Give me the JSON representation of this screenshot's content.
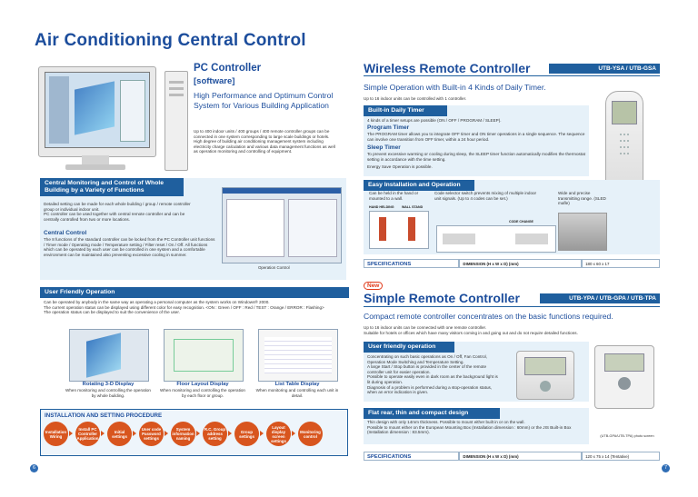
{
  "page_title": "Air Conditioning Central Control",
  "left": {
    "pc": {
      "title": "PC Controller",
      "subtitle": "[software]",
      "tagline": "High Performance and Optimum Control System for Various Building Application",
      "bullets": [
        "Up to 400 indoor units / 400 groups / 400 remote controller groups can be connected in one system corresponding to large scale buildings or hotels.",
        "High degree of building air conditioning management system including electricity charge calculation and various data management functions as well as operation monitoring and controlling of equipment."
      ]
    },
    "central": {
      "header_line1": "Central Monitoring and Control of Whole",
      "header_line2": "Building by a Variety of Functions",
      "bullets": [
        "Detailed setting can be made for each whole building / group / remote controller group or individual indoor unit.",
        "PC controller can be used together with central remote controller and can be centrally controlled from two or more locations."
      ],
      "subhead": "Central Control",
      "body": "The 8 functions of the standard controller can be locked from the PC Controller unit functions / Timer mode / Operating mode / Temperature setting / Filter reset / On / Off. All functions which can be operated by each user can be controlled in one system and a comfortable environment can be maintained also preventing excessive cooling in summer.",
      "caption": "Operation Control"
    },
    "user": {
      "header": "User Friendly Operation",
      "bullets": [
        "Can be operated by anybody in the same way as operating a personal computer as the system works on Windows® 2000.",
        "The current operation status can be displayed using different color for easy recognition. <ON : Green / OFF : Red / TEST : Orange / ERROR : Flashing>",
        "The operation status can be displayed to suit the convenience of the user."
      ],
      "displays": [
        {
          "title": "Rotating 3-D Display",
          "desc": "When monitoring and controlling the operation by whole building."
        },
        {
          "title": "Floor Layout Display",
          "desc": "When monitoring and controlling the operation by each floor or group."
        },
        {
          "title": "List Table Display",
          "desc": "When monitoring and controlling each unit in detail."
        }
      ]
    },
    "install": {
      "header": "INSTALLATION AND SETTING PROCEDURE",
      "steps": [
        "Installation Wiring",
        "Install PC Controller Application",
        "Initial settings",
        "User code Password settings",
        "System information naming",
        "R.C. Group address setting",
        "Group settings",
        "Layout display screen settings",
        "Monitoring control"
      ]
    },
    "page_no": "6"
  },
  "right": {
    "wireless": {
      "title": "Wireless Remote Controller",
      "model": "UTB-YSA / UTB-GSA",
      "subtitle": "Simple Operation with Built-in 4 Kinds of Daily Timer.",
      "note": "Up to 16 indoor units can be controlled with 1 controller.",
      "timer_header": "Built-in Daily Timer",
      "timer_bullet": "4 kinds of a timer setups are possible (ON / OFF / PROGRAM / SLEEP).",
      "program_head": "Program Timer",
      "program_body": "The PROGRAM timer allows you to integrate OFF timer and ON timer operations in a single sequence. The sequence can involve one transition from OFF timer, within a 24 hour period.",
      "sleep_head": "Sleep Timer",
      "sleep_body": "To prevent excessive warming or cooling during sleep, the SLEEP timer function automatically modifies the thermostat setting in accordance with the time setting.",
      "energy": "Energy Save Operation is possible.",
      "easy_header": "Easy Installation and Operation",
      "easy": [
        "Can be held in the hand or mounted to a wall.",
        "Code selector switch prevents mixing of multiple indoor unit signals. (Up to 4 codes can be set.)",
        "Wide and precise transmitting range. (SLED mafle)"
      ],
      "wall_labels": [
        "HAND HELDING",
        "WALL STAND"
      ],
      "code_label": "CODE CHANGE",
      "spec_label": "SPECIFICATIONS",
      "spec_dim_label": "DIMENSION (H x W x D) (mm)",
      "spec_dim": "180 x 60 x 17"
    },
    "simple": {
      "new_badge": "New",
      "title": "Simple Remote Controller",
      "model": "UTB-YPA / UTB-GPA / UTB-TPA",
      "subtitle": "Compact remote controller concentrates on the basic functions required.",
      "notes": [
        "Up to 16 indoor units can be connected with one remote controller.",
        "Suitable for hotels or offices which have many visitors coming in and going out and do not require detailed functions."
      ],
      "user_header": "User friendly operation",
      "user_bullets": [
        "Concentrating on such basic operations as On / Off, Fan Control, Operation Mode Switching and Temperature Setting.",
        "A large Start / Stop button is provided in the center of the remote controller unit for easier operation.",
        "Possible to operate easily even in dark room as the background light is lit during operation.",
        "Diagnosis of a problem is performed during a stop-operation status, when an error indication is given."
      ],
      "flat_header": "Flat rear, thin and compact design",
      "flat_bullets": [
        "Thin design with only 14mm thickness. Possible to mount either built in or on the wall.",
        "Possible to mount either on the European Mounting Box (Installation dimension : 60mm) or the JIS Built-in Box (Installation dimension : 83.5mm)."
      ],
      "photo_caption": "(UTB-GPA/UTB-TPA) photo screen",
      "spec_label": "SPECIFICATIONS",
      "spec_dim_label": "DIMENSION (H x W x D) (mm)",
      "spec_dim": "120 x 75 x 14 (Tentative)"
    },
    "page_no": "7"
  },
  "colors": {
    "brand_blue": "#1f5f9e",
    "title_blue": "#1c4d9c",
    "orange": "#d8551e",
    "panel": "#e6f1f9"
  }
}
